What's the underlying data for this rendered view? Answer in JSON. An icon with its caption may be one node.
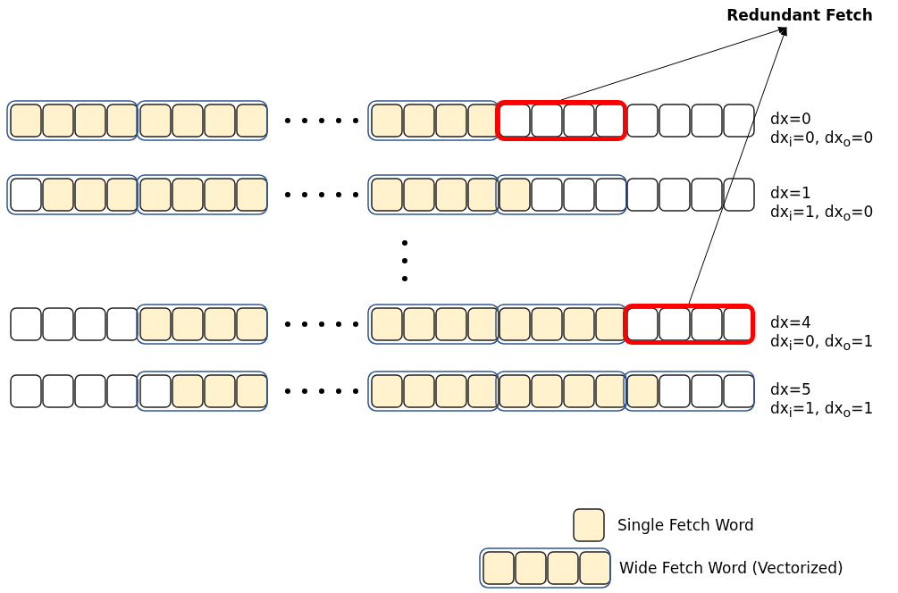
{
  "diagram": {
    "nodes": [
      {
        "text": [
          "Redundant Fetch"
        ]
      },
      {
        "text": [],
        "shape": "box"
      },
      {
        "text": [],
        "shape": "box"
      }
    ],
    "edges": [
      {
        "from": 1,
        "to": 0,
        "arrow": "to"
      },
      {
        "from": 2,
        "to": 0,
        "arrow": "to"
      }
    ],
    "labels": [
      "dx=0",
      "dx$_{i}$=0, dx$_{o}$=0",
      "dx=1",
      "dx$_{i}$=1, dx$_{o}$=0",
      "dx=4",
      "dx$_{i}$=0, dx$_{o}$=1",
      "dx=5",
      "dx$_{i}$=1, dx$_{o}$=1"
    ],
    "legend": [
      {
        "text": "Single Fetch Word",
        "color": "#fff2cc"
      },
      {
        "text": "Wide Fetch Word (Vectorized)"
      }
    ]
  }
}
